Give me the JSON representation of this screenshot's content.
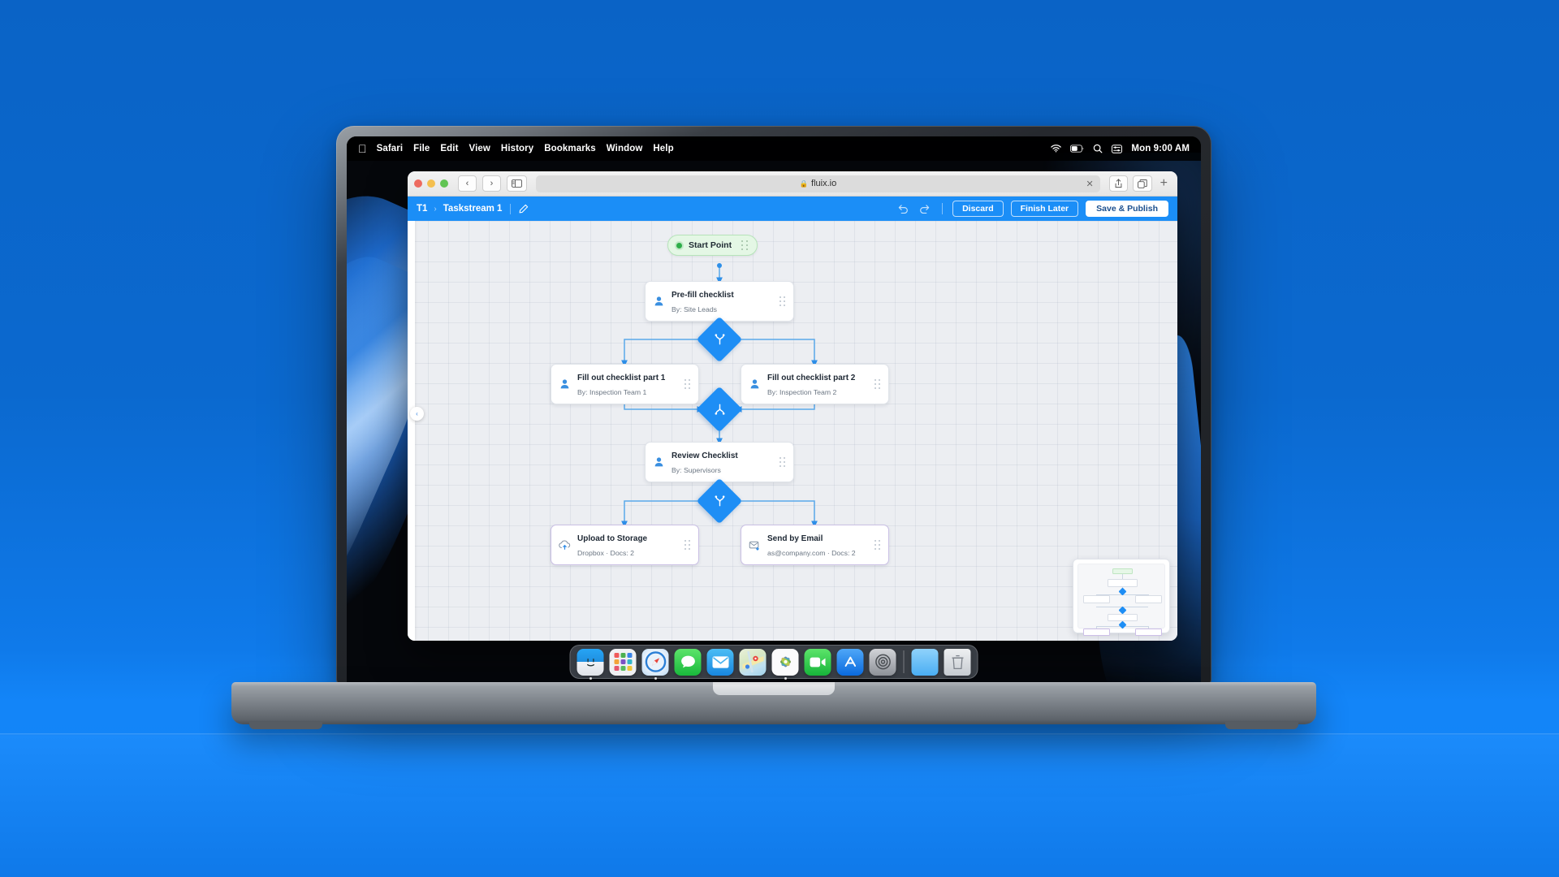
{
  "desktop": {
    "menubar": {
      "apple_icon": "apple-logo-icon",
      "items": [
        "Safari",
        "File",
        "Edit",
        "View",
        "History",
        "Bookmarks",
        "Window",
        "Help"
      ],
      "tray_icons": [
        "wifi-icon",
        "battery-icon",
        "search-icon",
        "control-center-icon"
      ],
      "clock": "Mon 9:00 AM"
    },
    "dock": {
      "items": [
        {
          "name": "finder",
          "label": "Finder",
          "running": true
        },
        {
          "name": "launchpad",
          "label": "Launchpad",
          "running": false
        },
        {
          "name": "safari",
          "label": "Safari",
          "running": true
        },
        {
          "name": "messages",
          "label": "Messages",
          "running": false
        },
        {
          "name": "mail",
          "label": "Mail",
          "running": false
        },
        {
          "name": "maps",
          "label": "Maps",
          "running": false
        },
        {
          "name": "photos",
          "label": "Photos",
          "running": true
        },
        {
          "name": "facetime",
          "label": "FaceTime",
          "running": false
        },
        {
          "name": "app-store",
          "label": "App Store",
          "running": false
        },
        {
          "name": "system-settings",
          "label": "System Settings",
          "running": false
        }
      ],
      "trailing": [
        {
          "name": "downloads-folder",
          "label": "Downloads"
        },
        {
          "name": "trash",
          "label": "Trash"
        }
      ]
    }
  },
  "browser": {
    "traffic_lights": [
      "close",
      "minimize",
      "zoom"
    ],
    "back_label": "‹",
    "forward_label": "›",
    "sidebar_icon": "sidebar-icon",
    "address": {
      "lock_icon": "lock-icon",
      "url": "fluix.io",
      "close_tab_label": "✕"
    },
    "share_icon": "share-icon",
    "tabs_icon": "tab-overview-icon",
    "new_tab_label": "+"
  },
  "app": {
    "breadcrumb": {
      "root": "T1",
      "separator": "›",
      "current": "Taskstream 1",
      "edit_icon": "pencil-icon"
    },
    "toolbar": {
      "undo_icon": "undo-icon",
      "redo_icon": "redo-icon",
      "discard_label": "Discard",
      "finish_later_label": "Finish Later",
      "save_publish_label": "Save & Publish"
    },
    "canvas": {
      "collapse_label": "‹",
      "minimap_name": "minimap"
    },
    "accent_color": "#1b8ef7",
    "node_accent_color": "#1e8ef5",
    "start_color": "#2fae4a",
    "external_border_color": "#c9bfe4"
  },
  "flow": {
    "nodes": [
      {
        "id": "start",
        "type": "start",
        "title": "Start Point",
        "icon": "green-dot-icon",
        "handle": "drag-handle-icon"
      },
      {
        "id": "prefill",
        "type": "task",
        "title": "Pre-fill checklist",
        "subtitle": "By: Site Leads",
        "icon": "person-icon"
      },
      {
        "id": "split1",
        "type": "split",
        "icon": "split-branch-icon"
      },
      {
        "id": "part1",
        "type": "task",
        "title": "Fill out checklist part 1",
        "subtitle": "By: Inspection Team 1",
        "icon": "person-icon"
      },
      {
        "id": "part2",
        "type": "task",
        "title": "Fill out checklist part 2",
        "subtitle": "By: Inspection Team 2",
        "icon": "person-icon"
      },
      {
        "id": "merge1",
        "type": "merge",
        "icon": "merge-branch-icon"
      },
      {
        "id": "review",
        "type": "task",
        "title": "Review Checklist",
        "subtitle": "By: Supervisors",
        "icon": "person-icon"
      },
      {
        "id": "split2",
        "type": "split",
        "icon": "split-branch-icon"
      },
      {
        "id": "upload",
        "type": "action",
        "title": "Upload to Storage",
        "subtitle": "Dropbox · Docs: 2",
        "icon": "cloud-upload-icon"
      },
      {
        "id": "email",
        "type": "action",
        "title": "Send by Email",
        "subtitle": "as@company.com · Docs: 2",
        "icon": "envelope-icon"
      }
    ]
  }
}
